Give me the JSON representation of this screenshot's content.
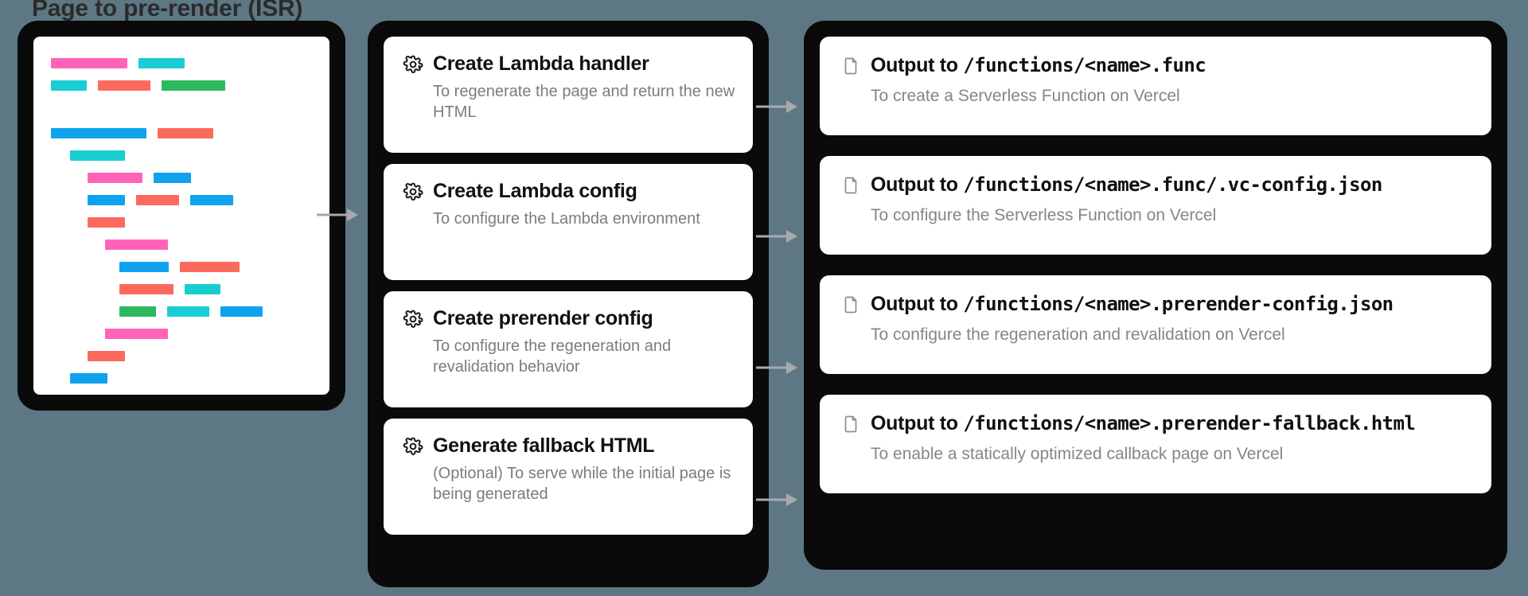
{
  "diagram": {
    "title": "Page to pre-render (ISR)",
    "background_color": "#5d7884",
    "container_color": "#0a0a0a",
    "card_color": "#ffffff"
  },
  "source_panel": {
    "name": "source-code-card",
    "code_colors": {
      "pink": "#ff63b8",
      "cyan": "#19cdd2",
      "red": "#fc6a5d",
      "green": "#2cb85c",
      "blue": "#11a2ef"
    },
    "code_lines": [
      {
        "indent": 0,
        "tokens": [
          {
            "color": "pink",
            "width": 96
          },
          {
            "color": "cyan",
            "width": 58
          }
        ]
      },
      {
        "indent": 0,
        "tokens": [
          {
            "color": "cyan",
            "width": 45
          },
          {
            "color": "red",
            "width": 66
          },
          {
            "color": "green",
            "width": 80
          }
        ]
      },
      {
        "spacer": true
      },
      {
        "indent": 0,
        "tokens": [
          {
            "color": "blue",
            "width": 120
          },
          {
            "color": "red",
            "width": 70
          }
        ]
      },
      {
        "indent": 24,
        "tokens": [
          {
            "color": "cyan",
            "width": 69
          }
        ]
      },
      {
        "indent": 46,
        "tokens": [
          {
            "color": "pink",
            "width": 69
          },
          {
            "color": "blue",
            "width": 47
          }
        ]
      },
      {
        "indent": 46,
        "tokens": [
          {
            "color": "blue",
            "width": 47
          },
          {
            "color": "red",
            "width": 54
          },
          {
            "color": "blue",
            "width": 54
          }
        ]
      },
      {
        "indent": 46,
        "tokens": [
          {
            "color": "red",
            "width": 47
          }
        ]
      },
      {
        "indent": 68,
        "tokens": [
          {
            "color": "pink",
            "width": 79
          }
        ]
      },
      {
        "indent": 86,
        "tokens": [
          {
            "color": "blue",
            "width": 62
          },
          {
            "color": "red",
            "width": 75
          }
        ]
      },
      {
        "indent": 86,
        "tokens": [
          {
            "color": "red",
            "width": 68
          },
          {
            "color": "cyan",
            "width": 45
          }
        ]
      },
      {
        "indent": 86,
        "tokens": [
          {
            "color": "green",
            "width": 46
          },
          {
            "color": "cyan",
            "width": 53
          },
          {
            "color": "blue",
            "width": 53
          }
        ]
      },
      {
        "indent": 68,
        "tokens": [
          {
            "color": "pink",
            "width": 79
          }
        ]
      },
      {
        "indent": 46,
        "tokens": [
          {
            "color": "red",
            "width": 47
          }
        ]
      },
      {
        "indent": 24,
        "tokens": [
          {
            "color": "blue",
            "width": 47
          }
        ]
      }
    ]
  },
  "steps": [
    {
      "icon": "gear-icon",
      "title": "Create Lambda handler",
      "desc": "To regenerate the page and return the new HTML"
    },
    {
      "icon": "gear-icon",
      "title": "Create Lambda config",
      "desc": "To configure the Lambda environment"
    },
    {
      "icon": "gear-icon",
      "title": "Create prerender config",
      "desc": "To configure the regeneration and revalidation behavior"
    },
    {
      "icon": "gear-icon",
      "title": "Generate fallback HTML",
      "desc": "(Optional) To serve while the initial page is being generated"
    }
  ],
  "outputs": [
    {
      "icon": "file-icon",
      "title_prefix": "Output to ",
      "title_path": "/functions/<name>.func",
      "desc": "To create a Serverless Function on Vercel"
    },
    {
      "icon": "file-icon",
      "title_prefix": "Output to ",
      "title_path": "/functions/<name>.func/.vc-config.json",
      "desc": "To configure the Serverless Function on Vercel"
    },
    {
      "icon": "file-icon",
      "title_prefix": "Output to ",
      "title_path": "/functions/<name>.prerender-config.json",
      "desc": "To configure the regeneration and revalidation on Vercel"
    },
    {
      "icon": "file-icon",
      "title_prefix": "Output to ",
      "title_path": "/functions/<name>.prerender-fallback.html",
      "desc": "To enable a statically optimized callback page on Vercel"
    }
  ],
  "arrows": {
    "source_to_steps": {
      "name": "arrow-source-to-steps"
    },
    "step_to_output": {
      "name": "arrow-step-to-output",
      "count": 4
    }
  }
}
